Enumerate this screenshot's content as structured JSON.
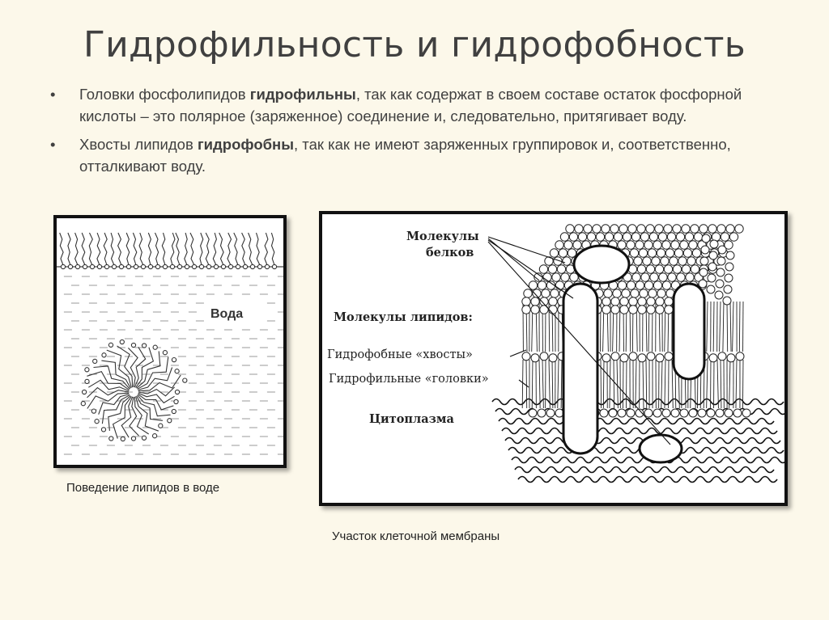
{
  "title": "Гидрофильность и гидрофобность",
  "bullets": [
    {
      "marker": "•",
      "before": "Головки фосфолипидов ",
      "bold": "гидрофильны",
      "after": ", так как содержат в своем составе остаток фосфорной кислоты – это полярное (заряженное) соединение и, следовательно, притягивает воду."
    },
    {
      "marker": "•",
      "before": " Хвосты липидов ",
      "bold": "гидрофобны",
      "after": ", так как не имеют заряженных группировок и, соответственно, отталкивают воду."
    }
  ],
  "figure_left": {
    "label_water": "Вода",
    "caption": "Поведение липидов в воде"
  },
  "figure_right": {
    "label_proteins_1": "Молекулы",
    "label_proteins_2": "белков",
    "label_lipids": "Молекулы липидов:",
    "label_tails": "Гидрофобные «хвосты»",
    "label_heads": "Гидрофильные «головки»",
    "label_cytoplasm": "Цитоплазма",
    "caption": "Участок клеточной мембраны"
  }
}
